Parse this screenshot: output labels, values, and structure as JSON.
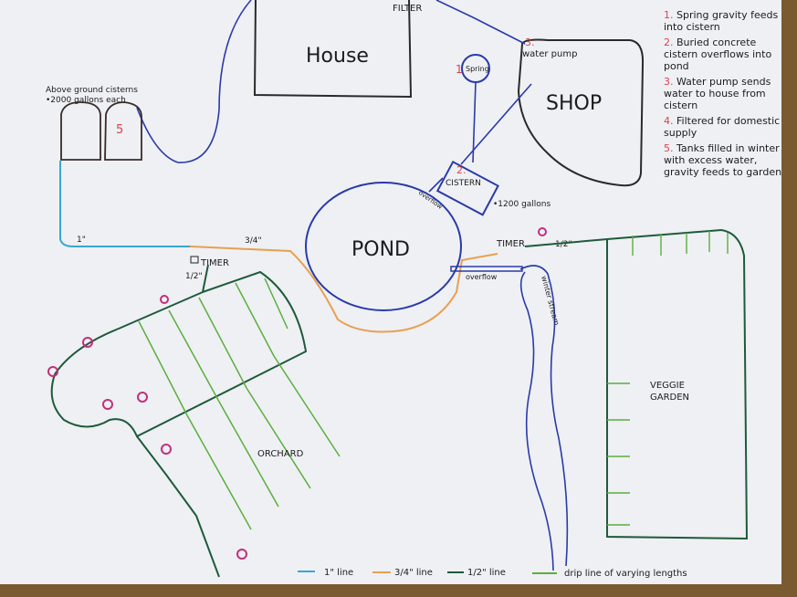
{
  "buildings": {
    "house": "House",
    "shop": "SHOP",
    "filter": "FILTER",
    "pump_num": "3.",
    "pump": "water pump",
    "spring_num": "1",
    "spring": "Spring",
    "cistern_num": "2.",
    "cistern": "CISTERN",
    "cistern_capacity": "•1200 gallons",
    "cistern_overflow": "overflow",
    "pond": "POND"
  },
  "tanks": {
    "label_line1": "Above ground cisterns",
    "label_line2": "•2000 gallons each",
    "num": "5"
  },
  "pipes": {
    "one_inch": "1\"",
    "three_quarter": "3/4\"",
    "timer_left": "TIMER",
    "half_left": "1/2\"",
    "timer_right": "TIMER",
    "half_right": "1/2\"",
    "overflow": "overflow",
    "stream": "winter stream"
  },
  "areas": {
    "orchard": "ORCHARD",
    "veggie_line1": "VEGGIE",
    "veggie_line2": "GARDEN"
  },
  "notes": [
    {
      "num": "1.",
      "text": "Spring gravity feeds into cistern"
    },
    {
      "num": "2.",
      "text": "Buried concrete cistern overflows into pond"
    },
    {
      "num": "3.",
      "text": "Water pump sends water to house from cistern"
    },
    {
      "num": "4.",
      "text": "Filtered for domestic supply"
    },
    {
      "num": "5.",
      "text": "Tanks filled in winter with excess water, gravity feeds to garden"
    }
  ],
  "legend": [
    {
      "label": "1\" line",
      "color": "#3aa6cf"
    },
    {
      "label": "3/4\" line",
      "color": "#e8a050"
    },
    {
      "label": "1/2\" line",
      "color": "#1f5a3a"
    },
    {
      "label": "drip line of varying lengths",
      "color": "#5cae3c"
    }
  ],
  "colors": {
    "blue_pipe": "#2a3aa8",
    "outline": "#2a2a2a",
    "paper": "#eef0f4"
  }
}
